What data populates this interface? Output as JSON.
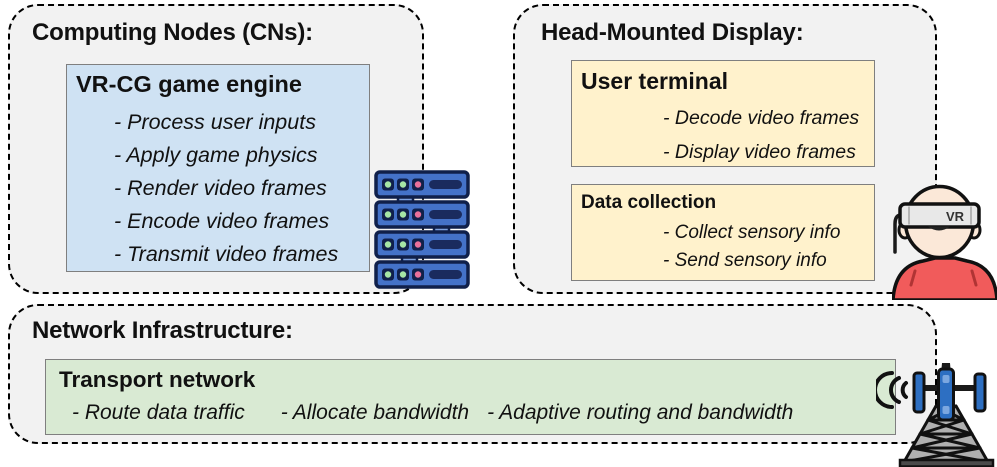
{
  "computing_nodes": {
    "heading": "Computing Nodes (CNs):",
    "engine": {
      "title": "VR-CG game engine",
      "items": [
        "- Process user inputs",
        "- Apply game physics",
        "- Render video frames",
        "- Encode video frames",
        "- Transmit video frames"
      ]
    }
  },
  "hmd": {
    "heading": "Head-Mounted Display:",
    "user_terminal": {
      "title": "User terminal",
      "items": [
        "- Decode video frames",
        "- Display video frames"
      ]
    },
    "data_collection": {
      "title": "Data collection",
      "items": [
        "- Collect sensory info",
        "- Send sensory info"
      ]
    },
    "vr_badge": "VR"
  },
  "network": {
    "heading": "Network Infrastructure:",
    "transport": {
      "title": "Transport network",
      "items": [
        "- Route data traffic",
        "- Allocate bandwidth",
        "- Adaptive routing and bandwidth"
      ]
    }
  },
  "palette": {
    "panel_fill": "#F2F2F2",
    "panel_border": "#000000",
    "engine_box_fill": "#CFE2F3",
    "hmd_box_fill": "#FFF2CC",
    "transport_box_fill": "#D9EAD3",
    "inner_box_border": "#7F7F7F",
    "text": "#111111",
    "server_blue": "#4472C8",
    "server_outline": "#10204A",
    "led_green": "#A5E6A5",
    "led_pink": "#E8709A",
    "shirt_red": "#F15B5B",
    "skin": "#FBE8D8",
    "headset_gray": "#E8E8E8",
    "antenna_blue": "#2D6FC2",
    "tower_gray": "#B0B0B0"
  }
}
